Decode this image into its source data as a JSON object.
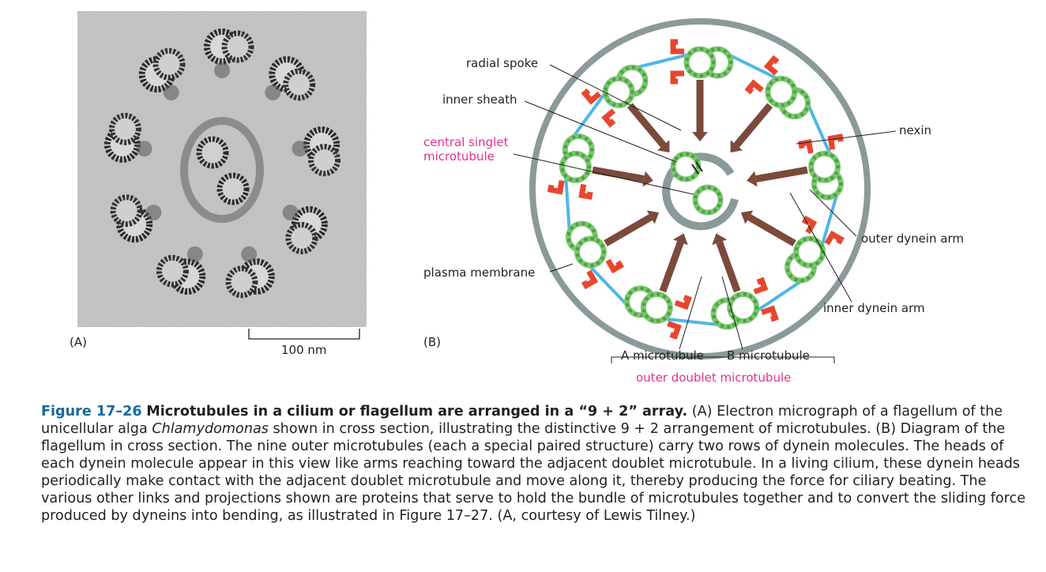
{
  "panel_a": {
    "label": "(A)",
    "scale_bar": "100 nm"
  },
  "panel_b": {
    "label": "(B)",
    "labels": {
      "radial_spoke": "radial spoke",
      "inner_sheath": "inner sheath",
      "central_singlet_line1": "central singlet",
      "central_singlet_line2": "microtubule",
      "plasma_membrane": "plasma membrane",
      "nexin": "nexin",
      "outer_dynein_arm": "outer dynein arm",
      "inner_dynein_arm": "inner dynein arm",
      "a_microtubule": "A microtubule",
      "b_microtubule": "B microtubule",
      "outer_doublet": "outer doublet microtubule"
    }
  },
  "colors": {
    "membrane": "#8a9a9a",
    "microtubule": "#7ac86e",
    "spoke": "#7b4a3a",
    "dynein": "#e8462e",
    "nexin": "#4fb6e6",
    "pink_label": "#e2318c",
    "caption_blue": "#1a6a9a"
  },
  "caption": {
    "figure_number": "Figure 17–26",
    "title": "Microtubules in a cilium or flagellum are arranged in a “9 + 2” array.",
    "part1": "(A) Electron micrograph of a flagellum of the unicellular alga",
    "species": "Chlamydomonas",
    "part2": "shown in cross section, illustrating the distinctive 9 + 2 arrangement of microtubules. (B) Diagram of the flagellum in cross section. The nine outer microtubules (each a special paired structure) carry two rows of dynein molecules. The heads of each dynein molecule appear in this view like arms reaching toward the adjacent doublet microtubule. In a living cilium, these dynein heads periodically make contact with the adjacent doublet microtubule and move along it, thereby producing the force for ciliary beating. The various other links and projections shown are proteins that serve to hold the bundle of microtubules together and to convert the sliding force produced by dyneins into bending, as illustrated in Figure 17–27. (A, courtesy of Lewis Tilney.)"
  }
}
